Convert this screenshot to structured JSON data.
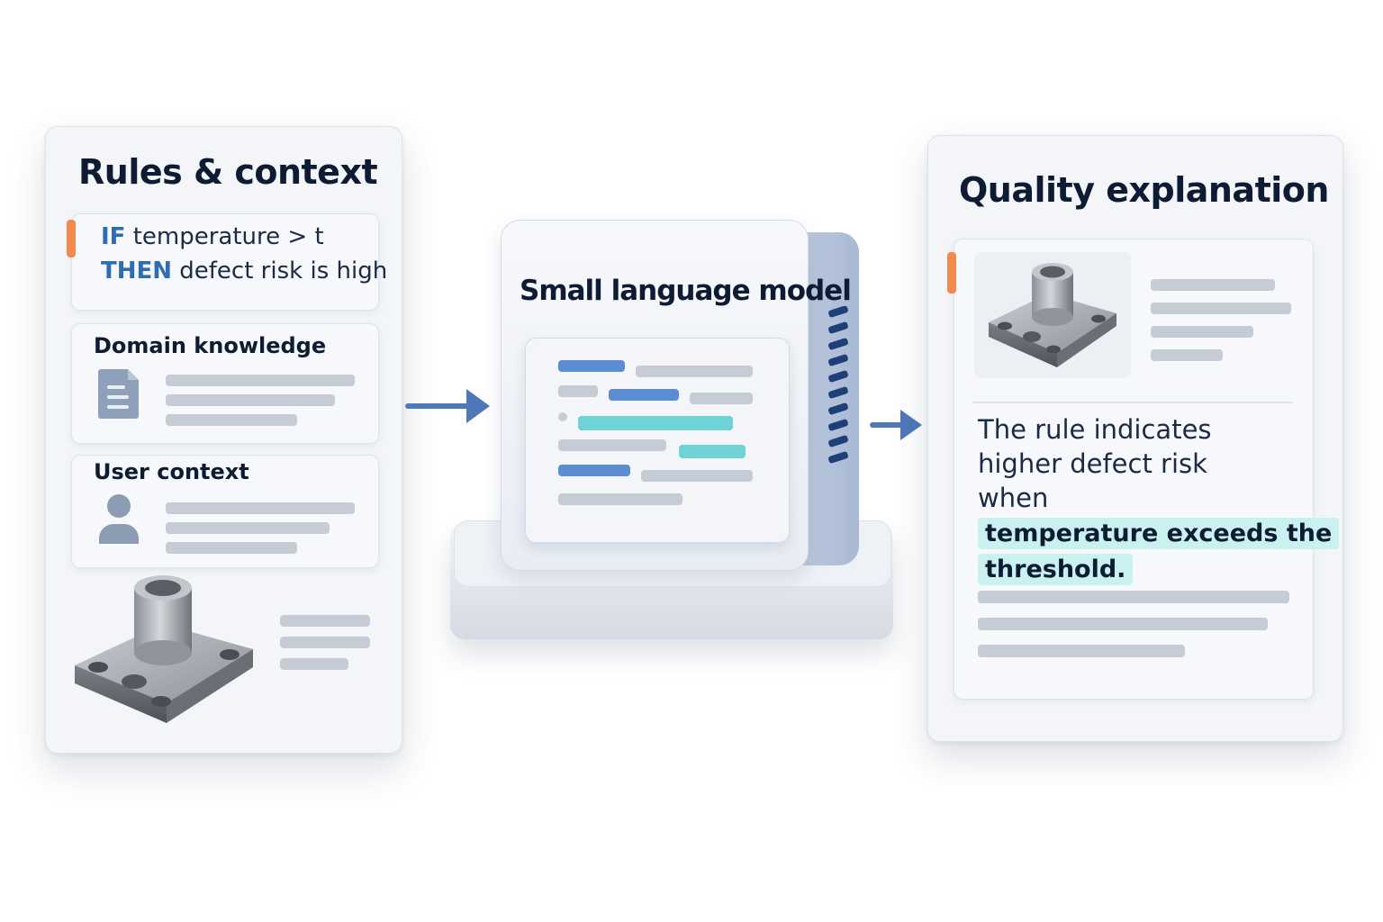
{
  "left_panel": {
    "title": "Rules & context",
    "rule": {
      "if_keyword": "IF",
      "if_text": "temperature > t",
      "then_keyword": "THEN",
      "then_text": "defect risk is high"
    },
    "domain": {
      "title": "Domain knowledge",
      "icon": "document-icon"
    },
    "user": {
      "title": "User context",
      "icon": "user-icon"
    },
    "part_image": "metal-part-image"
  },
  "model": {
    "title": "Small language model"
  },
  "right_panel": {
    "title": "Quality explanation",
    "text_plain": "The rule indicates higher defect risk when",
    "text_highlight_1": "temperature exceeds the",
    "text_highlight_2": "threshold."
  },
  "colors": {
    "accent_blue": "#4f78b8",
    "keyword_blue": "#2f6db3",
    "orange_marker": "#f08a4f",
    "teal_highlight": "#c8f1f0"
  }
}
